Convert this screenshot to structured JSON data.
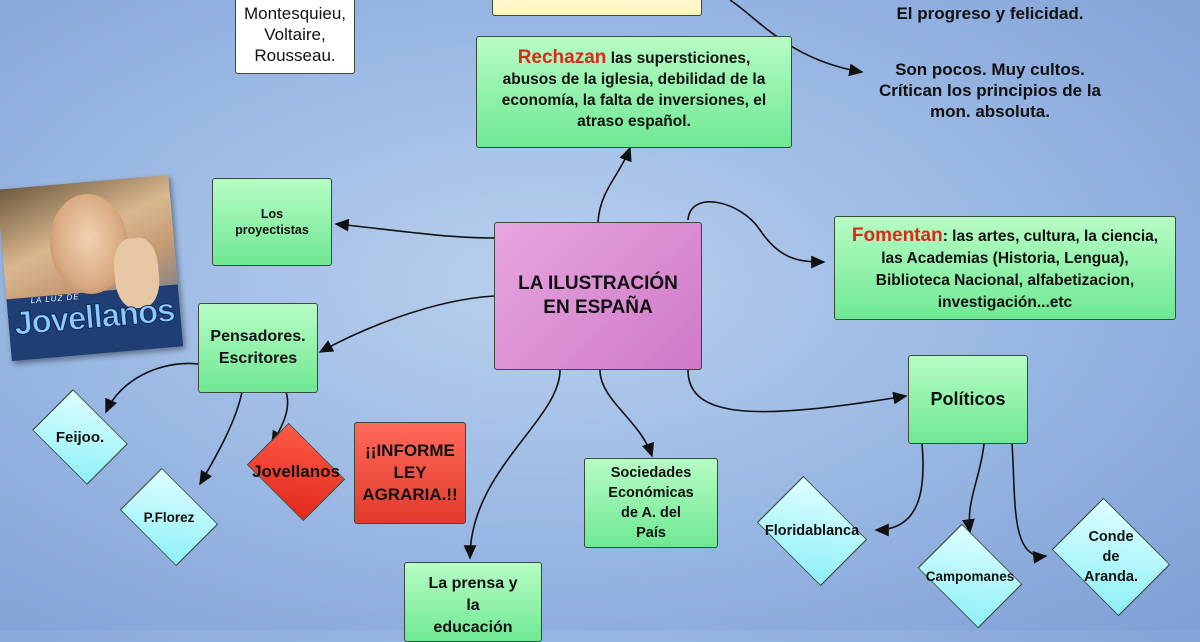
{
  "center": {
    "line1": "LA ILUSTRACIÓN",
    "line2": "EN ESPAÑA"
  },
  "philosophers": [
    "Montesquieu,",
    "Voltaire,",
    "Rousseau."
  ],
  "top_right": {
    "progress": "El progreso y felicidad.",
    "few": [
      "Son pocos. Muy cultos.",
      "Crítican los principios de la",
      "mon. absoluta."
    ]
  },
  "rechazan": {
    "keyword": "Rechazan",
    "text": " las supersticiones, abusos de la iglesia, debilidad de la economía, la falta de inversiones, el atraso español."
  },
  "fomentan": {
    "keyword": "Fomentan",
    "text": ": las artes, cultura, la ciencia, las Academias (Historia, Lengua), Biblioteca Nacional, alfabetizacion, investigación...etc"
  },
  "proyectistas": [
    "Los",
    "proyectistas"
  ],
  "pensadores": [
    "Pensadores.",
    "Escritores"
  ],
  "feijoo": "Feijoo.",
  "pflorez": "P.Florez",
  "jovellanos": "Jovellanos",
  "informe": [
    "¡¡INFORME",
    "LEY",
    "AGRARIA.!!"
  ],
  "sociedades": [
    "Sociedades",
    "Económicas",
    "de A. del",
    "País"
  ],
  "prensa": [
    "La prensa y",
    "la",
    "educación"
  ],
  "politicos": "Políticos",
  "floridablanca": "Floridablanca",
  "campomanes": "Campomanes",
  "aranda": [
    "Conde",
    "de",
    "Aranda."
  ],
  "portrait": {
    "subtitle": "LA LUZ DE",
    "title": "Jovellanos"
  },
  "colors": {
    "accent": "#d92a1c",
    "green": "#6fe893",
    "pink": "#cf79c7",
    "cyan": "#8df0f6",
    "red": "#e23a2c"
  }
}
